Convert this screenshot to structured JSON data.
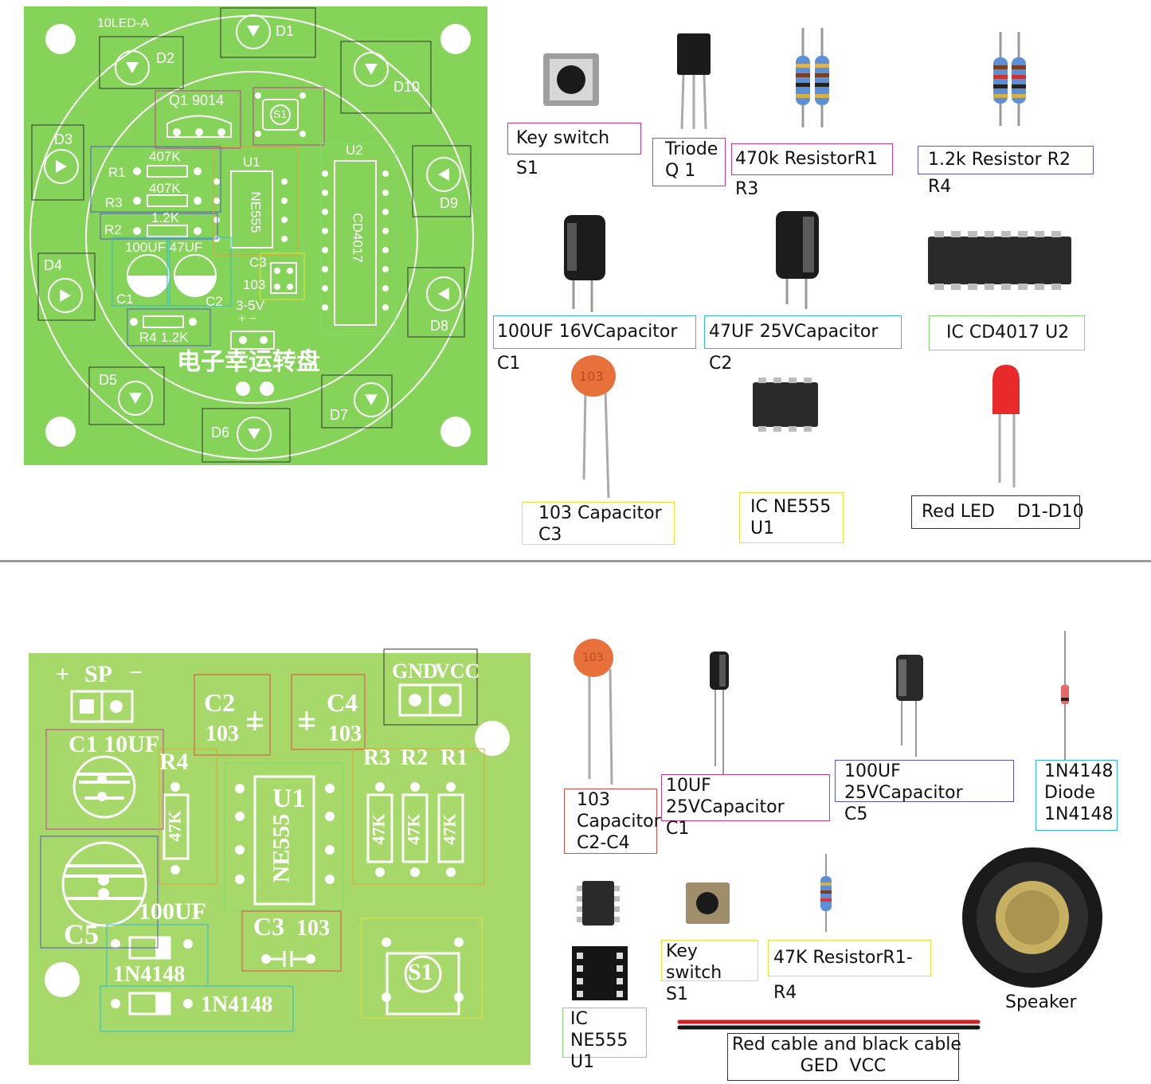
{
  "board1": {
    "title": "10LED-A",
    "chinese_title": "电子幸运转盘",
    "leds": [
      "D1",
      "D2",
      "D3",
      "D4",
      "D5",
      "D6",
      "D7",
      "D8",
      "D9",
      "D10"
    ],
    "transistor": "Q1 9014",
    "switch": "S1",
    "r1": "R1",
    "r1_value": "407K",
    "r3": "R3",
    "r3_value": "407K",
    "r2": "R2",
    "r2_value": "1.2K",
    "r4": "R4 1.2K",
    "cap_values": "100UF 47UF",
    "c1": "C1",
    "c2": "C2",
    "u1": "U1",
    "u1_chip": "NE555",
    "u2": "U2",
    "u2_chip": "CD4017",
    "c3": "C3",
    "c3_value": "103",
    "power": "3-5V",
    "power_pol": "+ −"
  },
  "parts1": [
    {
      "label": "Key switch S1"
    },
    {
      "label": "Triode\nQ 1"
    },
    {
      "label": "470k ResistorR1 R3"
    },
    {
      "label": "1.2k Resistor R2 R4"
    },
    {
      "label": "100UF 16VCapacitor  C1"
    },
    {
      "label": "47UF 25VCapacitor  C2"
    },
    {
      "label": "IC CD4017  U2"
    },
    {
      "label": "103 Capacitor\nC3"
    },
    {
      "label": "IC NE555\nU1"
    },
    {
      "label": "Red LED    D1-D10"
    }
  ],
  "board2": {
    "sp": "SP",
    "sp_plus": "+",
    "sp_minus": "−",
    "gnd": "GND",
    "vcc": "VCC",
    "c1": "C1 10UF",
    "c2": "C2",
    "c2_value": "103",
    "c4": "C4",
    "c4_value": "103",
    "r4": "R4",
    "r3": "R3",
    "r2": "R2",
    "r1": "R1",
    "res_value": "47K",
    "u1": "U1",
    "u1_chip": "NE555",
    "c5": "C5",
    "c5_value": "100UF",
    "c3": "C3",
    "c3_value": "103",
    "d1": "1N4148",
    "d2": "1N4148",
    "s1": "S1"
  },
  "parts2": [
    {
      "label": "103\nCapacitor\nC2-C4"
    },
    {
      "label": "10UF 25VCapacitor\nC1"
    },
    {
      "label": "100UF 25VCapacitor\nC5"
    },
    {
      "label": "1N4148\nDiode\n1N4148"
    },
    {
      "label": "IC NE555\nU1"
    },
    {
      "label": "Key switch\nS1"
    },
    {
      "label": "47K ResistorR1-R4"
    },
    {
      "label": "Red cable and black cable\nGED  VCC"
    }
  ],
  "speaker_label": "Speaker",
  "ceramic_marking": "103"
}
